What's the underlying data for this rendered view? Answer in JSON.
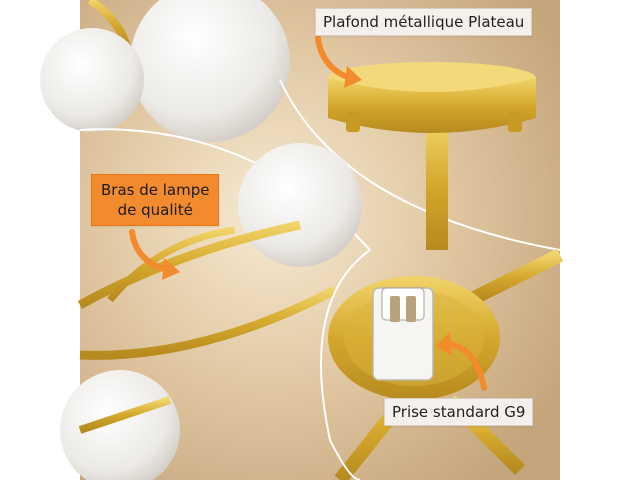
{
  "labels": {
    "ceiling_plate": "Plafond métallique Plateau",
    "lamp_arms_line1": "Bras de lampe",
    "lamp_arms_line2": "de qualité",
    "socket": "Prise standard G9"
  },
  "colors": {
    "accent_orange": "#f28a2e",
    "brass": "#d8b03a",
    "background_beige": "#d9c2a0"
  },
  "icons": [
    "arrow-icon",
    "arrow-icon",
    "arrow-icon"
  ]
}
